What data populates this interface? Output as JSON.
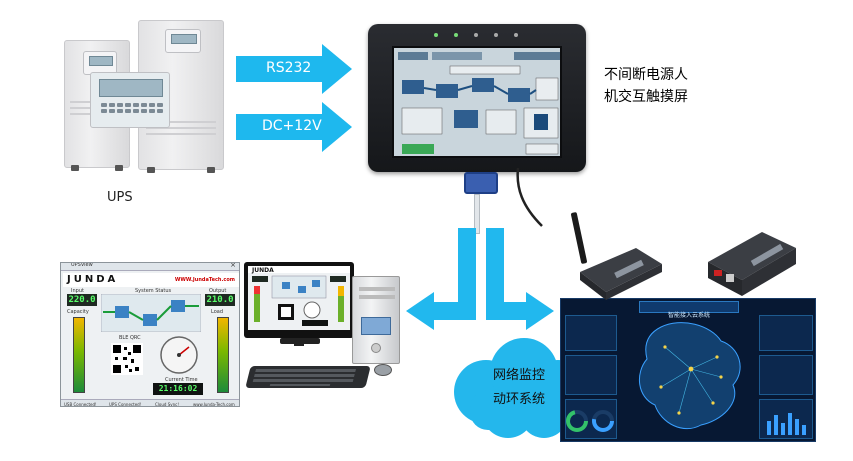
{
  "ups": {
    "label": "UPS"
  },
  "links": {
    "rs232": "RS232",
    "dc12v": "DC+12V"
  },
  "hmi": {
    "label_line1": "不间断电源人",
    "label_line2": "机交互触摸屏"
  },
  "cloud": {
    "line1": "网络监控",
    "line2": "动环系统"
  },
  "software": {
    "title": "UPSView",
    "brand": "JUNDA",
    "website": "WWW.JundaTech.com",
    "input_label": "Input",
    "input_value": "220.0",
    "system_status": "System Status",
    "output_label": "Output",
    "output_value": "210.0",
    "capacity_label": "Capacity",
    "load_label": "Load",
    "qr_label": "BLE QRC",
    "time_label": "Current Time",
    "time_value": "21:16:02",
    "footer_left": "USB Connected!",
    "footer_mid": "UPS Connected!",
    "footer_right": "Cloud Sync!",
    "footer_site": "www.Junda-Tech.com"
  },
  "dashboard": {
    "title": "智能接入云系统"
  },
  "colors": {
    "arrow": "#1eb8ee",
    "jl": "#21b8ee",
    "cloud": "#24b7ec",
    "hmi_bezel": "#1c1e22",
    "dashboard_bg": "#071833"
  }
}
